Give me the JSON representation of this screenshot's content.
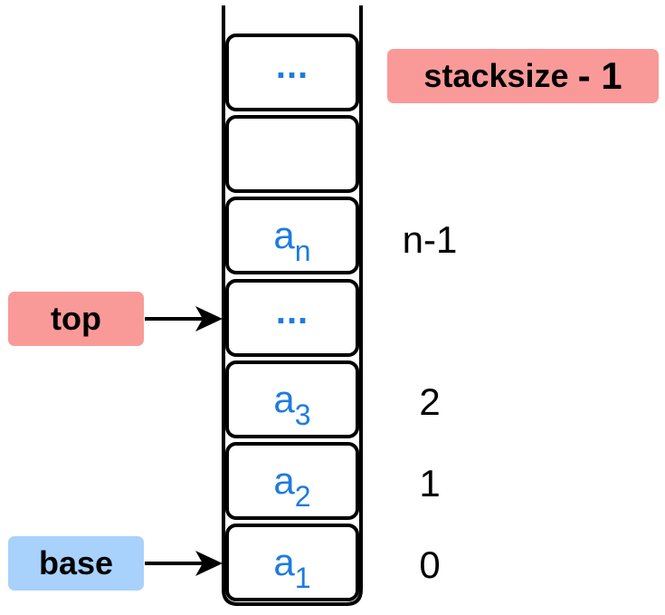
{
  "stack": {
    "cells": [
      {
        "kind": "dots",
        "text": "..."
      },
      {
        "kind": "empty",
        "text": ""
      },
      {
        "kind": "elem",
        "base": "a",
        "sub": "n"
      },
      {
        "kind": "dots",
        "text": "..."
      },
      {
        "kind": "elem",
        "base": "a",
        "sub": "3"
      },
      {
        "kind": "elem",
        "base": "a",
        "sub": "2"
      },
      {
        "kind": "elem",
        "base": "a",
        "sub": "1"
      }
    ],
    "indices": {
      "row2": "n-1",
      "row4": "2",
      "row5": "1",
      "row6": "0"
    }
  },
  "labels": {
    "max_prefix": "stacksize",
    "max_suffix": "- 1",
    "top": "top",
    "base": "base"
  },
  "colors": {
    "element_text": "#1e7be0",
    "top_tag": "#f99a99",
    "base_tag": "#a8d1fc",
    "outline": "#000000"
  }
}
